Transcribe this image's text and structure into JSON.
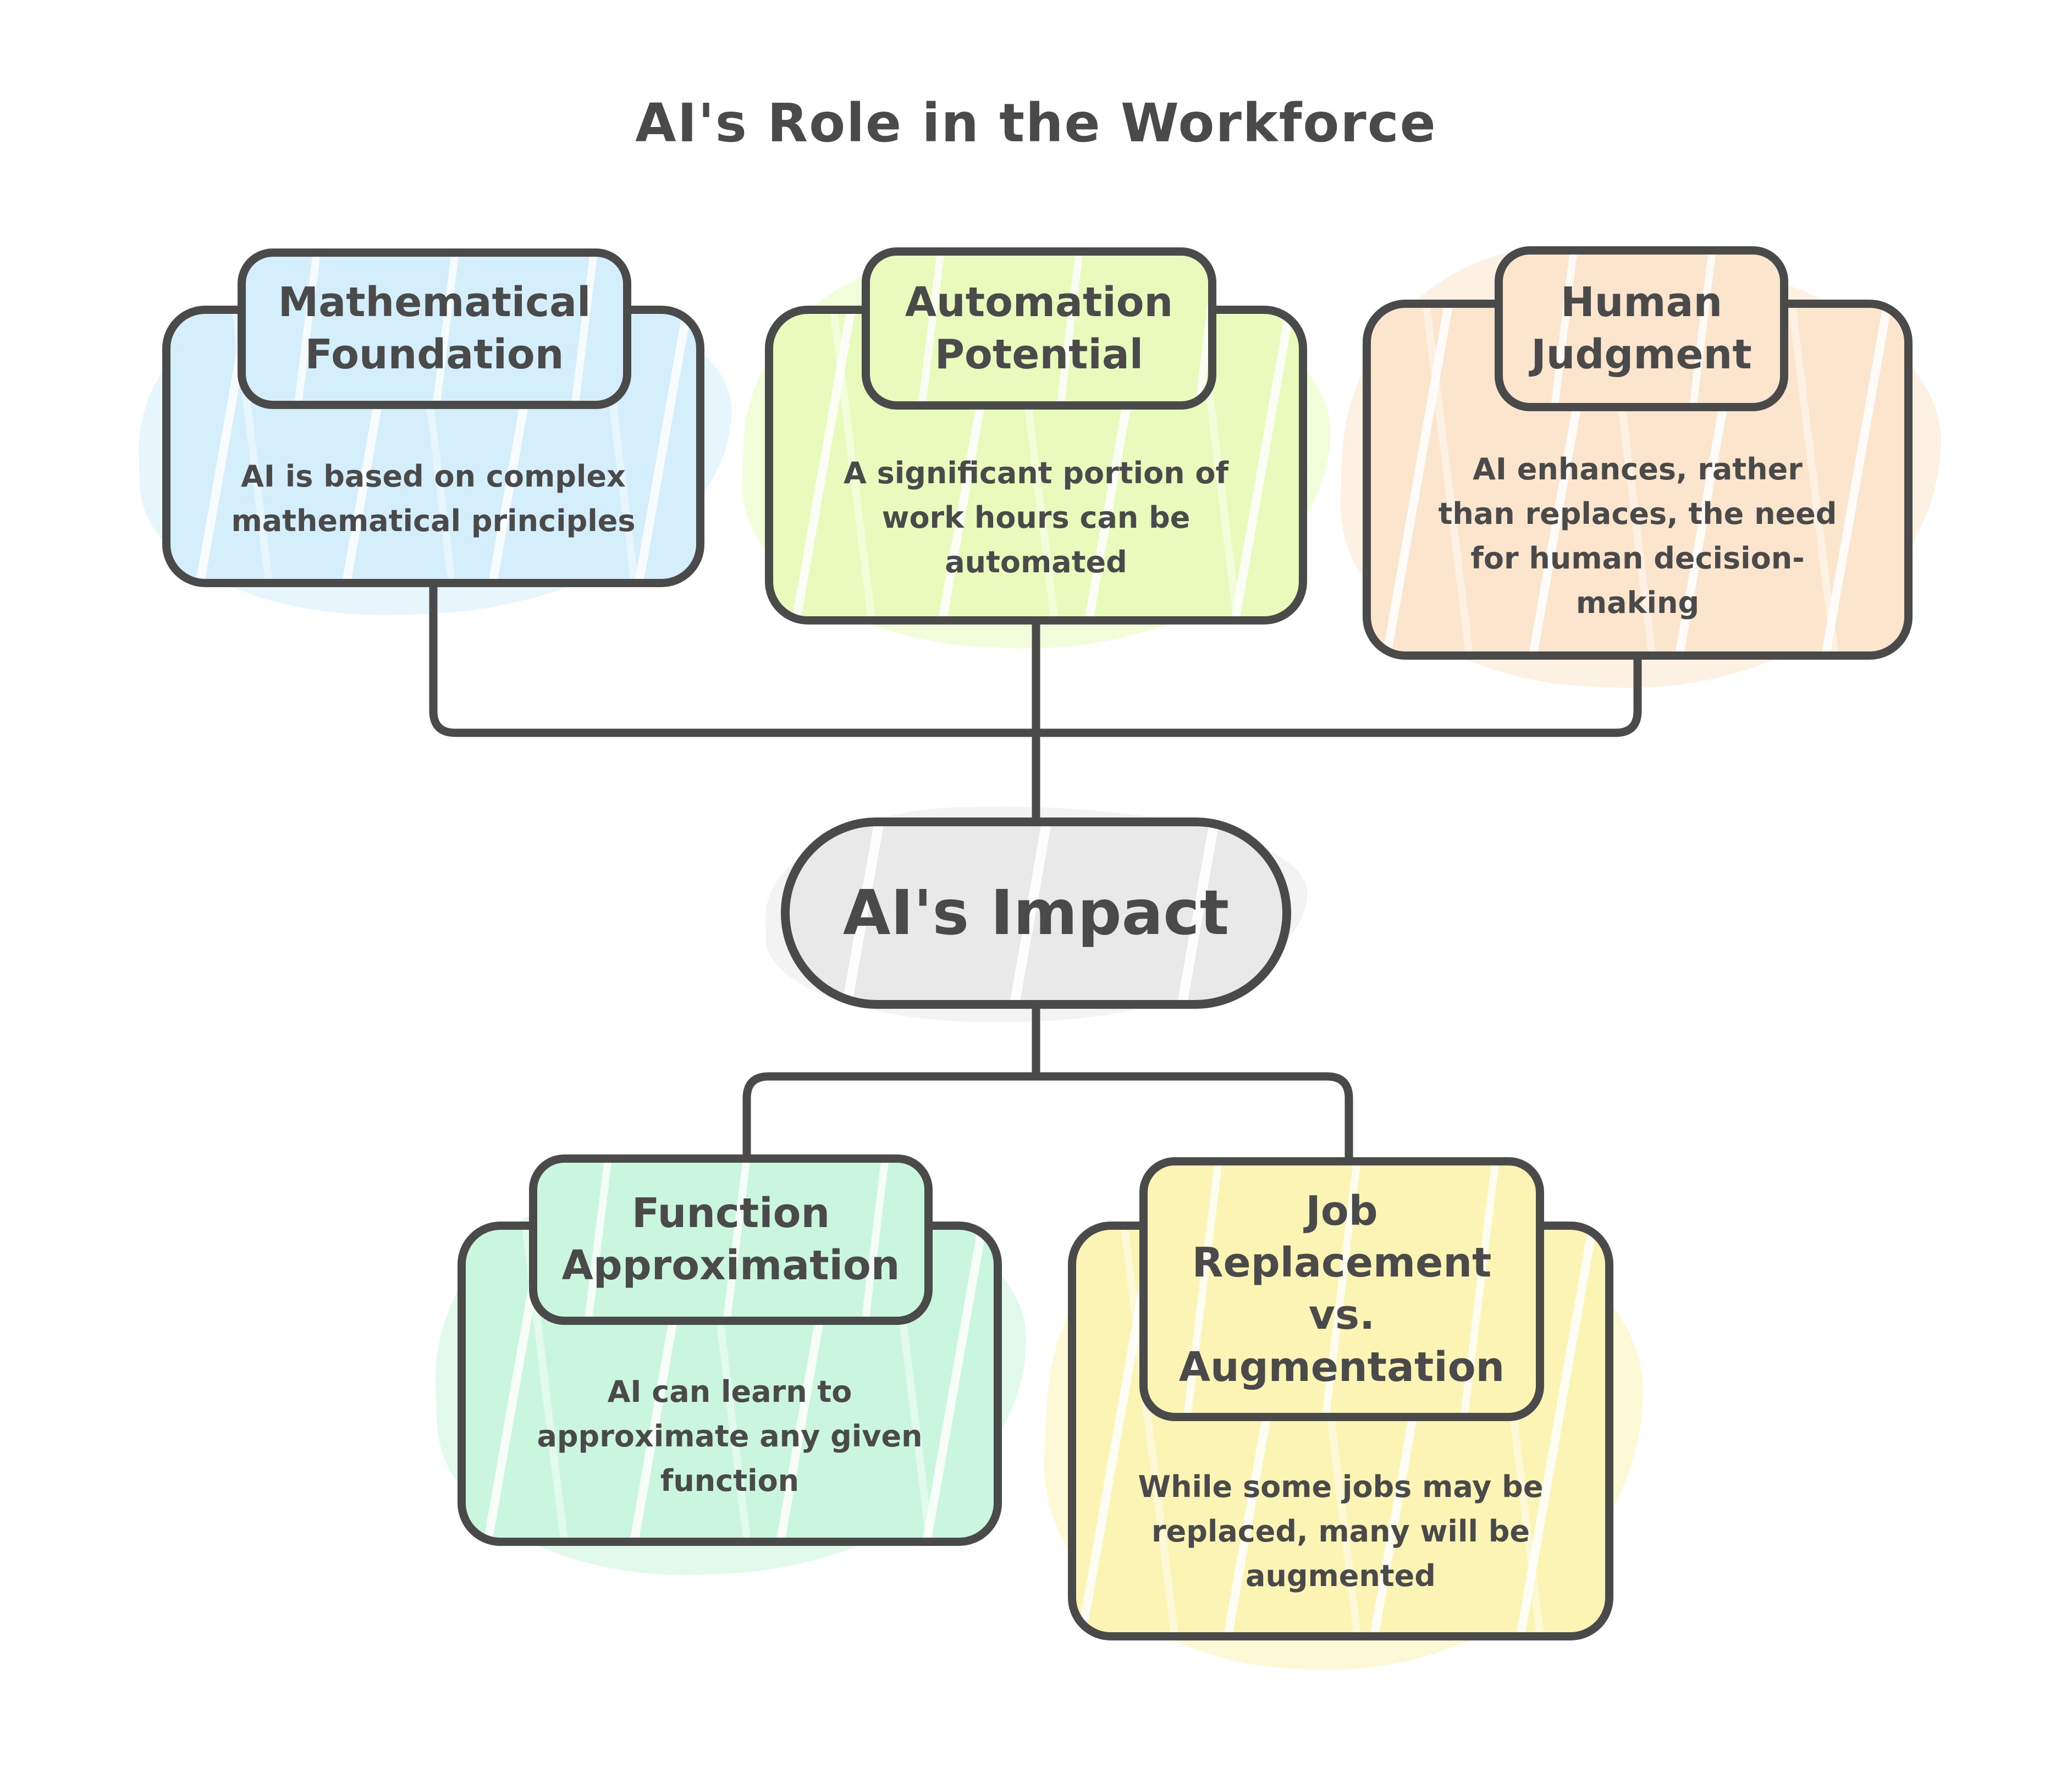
{
  "title": "AI's Role in the Workforce",
  "colors": {
    "ink": "#4a4a4a",
    "blue": "#d4eefb",
    "green": "#e8fbbc",
    "peach": "#fce5cd",
    "gray": "#e9e9e9",
    "mint": "#c9f6dc",
    "yellow": "#fbf4b5"
  },
  "root": {
    "label": "AI's Impact",
    "fill": "#e9e9e9"
  },
  "top_nodes": [
    {
      "id": "mathematical-foundation",
      "title": "Mathematical\nFoundation",
      "body": "AI is based on complex\nmathematical principles",
      "fill": "#d4eefb"
    },
    {
      "id": "automation-potential",
      "title": "Automation\nPotential",
      "body": "A significant portion of\nwork hours can be\nautomated",
      "fill": "#e8fbbc"
    },
    {
      "id": "human-judgment",
      "title": "Human\nJudgment",
      "body": "AI enhances, rather\nthan replaces, the need\nfor human decision-\nmaking",
      "fill": "#fce5cd"
    }
  ],
  "bottom_nodes": [
    {
      "id": "function-approximation",
      "title": "Function\nApproximation",
      "body": "AI can learn to\napproximate any given\nfunction",
      "fill": "#c9f6dc"
    },
    {
      "id": "job-replacement-vs-augmentation",
      "title": "Job\nReplacement\nvs.\nAugmentation",
      "body": "While some jobs may be\nreplaced, many will be\naugmented",
      "fill": "#fbf4b5"
    }
  ],
  "edges": [
    {
      "from": "mathematical-foundation",
      "to": "ais-impact"
    },
    {
      "from": "automation-potential",
      "to": "ais-impact"
    },
    {
      "from": "human-judgment",
      "to": "ais-impact"
    },
    {
      "from": "ais-impact",
      "to": "function-approximation"
    },
    {
      "from": "ais-impact",
      "to": "job-replacement-vs-augmentation"
    }
  ]
}
